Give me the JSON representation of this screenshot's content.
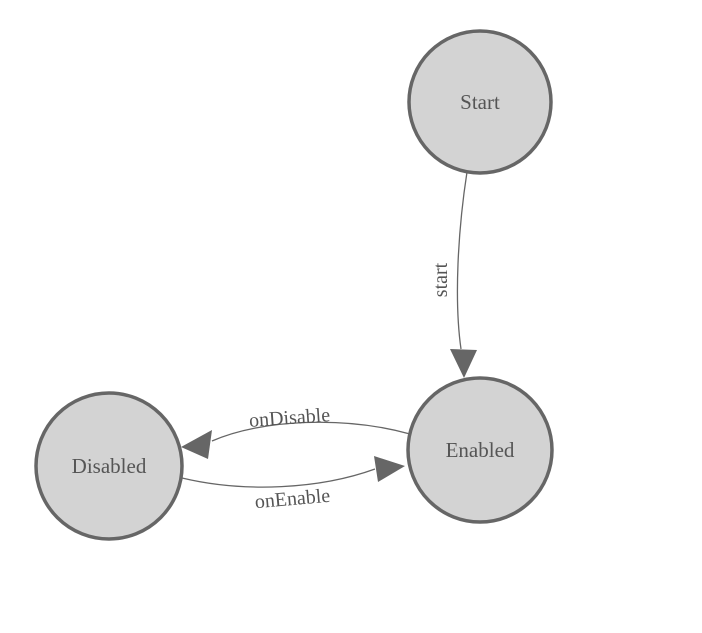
{
  "diagram": {
    "kind": "finite-state-machine",
    "background": "#ffffff",
    "nodes": [
      {
        "id": "start",
        "label": "Start",
        "shape": "circle"
      },
      {
        "id": "enabled",
        "label": "Enabled",
        "shape": "circle"
      },
      {
        "id": "disabled",
        "label": "Disabled",
        "shape": "circle"
      }
    ],
    "edges": [
      {
        "id": "start-to-enabled",
        "from": "start",
        "to": "enabled",
        "label": "start"
      },
      {
        "id": "enabled-to-disabled",
        "from": "enabled",
        "to": "disabled",
        "label": "onDisable"
      },
      {
        "id": "disabled-to-enabled",
        "from": "disabled",
        "to": "enabled",
        "label": "onEnable"
      }
    ],
    "colors": {
      "node_fill": "#d3d3d3",
      "node_stroke": "#666666",
      "edge_stroke": "#666666",
      "arrow_fill": "#666666",
      "label_color": "#555555"
    }
  }
}
